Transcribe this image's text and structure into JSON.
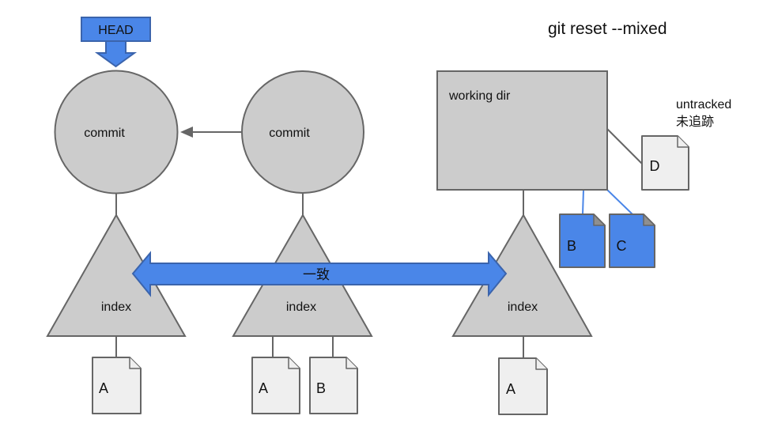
{
  "title": "git reset --mixed",
  "head": {
    "label": "HEAD"
  },
  "commits": [
    {
      "label": "commit"
    },
    {
      "label": "commit"
    }
  ],
  "working_dir": {
    "label": "working dir"
  },
  "indexes": [
    {
      "label": "index"
    },
    {
      "label": "index"
    },
    {
      "label": "index"
    }
  ],
  "equality_arrow": {
    "label": "一致"
  },
  "untracked": {
    "line1": "untracked",
    "line2": "未追跡"
  },
  "files": {
    "index1": [
      "A"
    ],
    "index2": [
      "A",
      "B"
    ],
    "index3": [
      "A"
    ],
    "working": [
      "B",
      "C"
    ],
    "untracked_file": [
      "D"
    ]
  },
  "colors": {
    "shape_gray_fill": "#cccccc",
    "shape_gray_stroke": "#666666",
    "file_light_fill": "#efefef",
    "blue_fill": "#4a86e8",
    "blue_stroke": "#3b64ac",
    "connector_gray": "#666666",
    "background": "#ffffff"
  }
}
